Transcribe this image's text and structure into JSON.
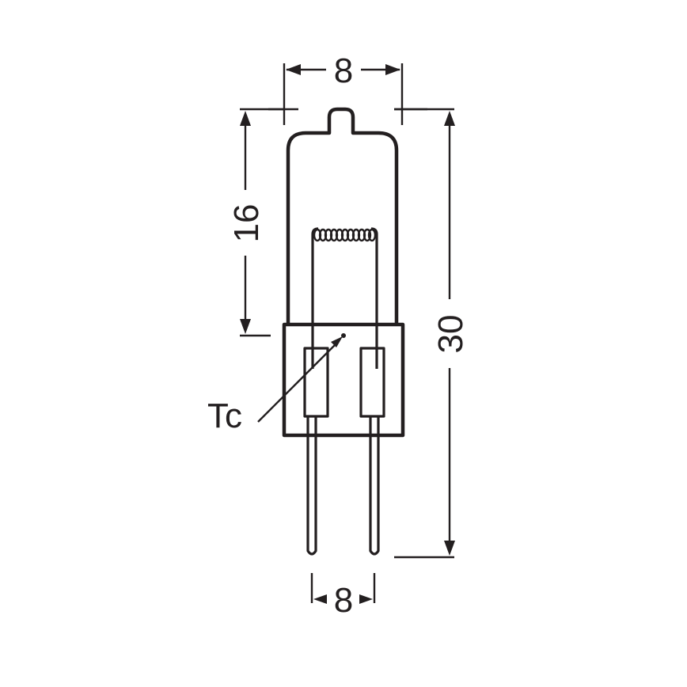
{
  "diagram": {
    "subject": "G6.35 bi-pin halogen capsule lamp dimensional drawing",
    "units": "mm",
    "line_color": "#231f20",
    "background": "#ffffff",
    "dimensions": {
      "top_width": {
        "label": "8",
        "description": "bulb width"
      },
      "bulb_height": {
        "label": "16",
        "description": "glass bulb height to pinch"
      },
      "overall_length": {
        "label": "30",
        "description": "overall length including pins"
      },
      "pin_spacing": {
        "label": "8",
        "description": "pin center distance"
      }
    },
    "annotations": {
      "tc": {
        "label": "Tc",
        "description": "case temperature measuring point"
      }
    }
  }
}
